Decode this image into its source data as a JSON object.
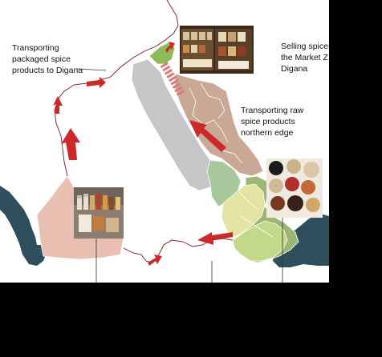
{
  "map": {
    "background_color": "#ffffff",
    "outer_color": "#000000",
    "route_color": "#b0232a",
    "arrow_color": "#cc2a2a",
    "water_color": "#2f4f5c",
    "regions": [
      {
        "name": "west-district",
        "color": "#e8bfb1"
      },
      {
        "name": "central-ridge",
        "color": "#c6c6c8"
      },
      {
        "name": "northern-district",
        "color": "#c9a996"
      },
      {
        "name": "green-north",
        "color": "#8dbb5a"
      },
      {
        "name": "green-mid",
        "color": "#a9c79c"
      },
      {
        "name": "yellow-south",
        "color": "#e3e3a2"
      },
      {
        "name": "lime-south",
        "color": "#c4d88a"
      },
      {
        "name": "dark-green-south",
        "color": "#9db675"
      }
    ]
  },
  "labels": {
    "packaged": [
      "Transporting",
      "packaged spice",
      "products to Digana"
    ],
    "selling": [
      "Selling spices",
      "the Market Z",
      "Digana"
    ],
    "raw": [
      "Transporting raw",
      "spice products",
      "northern edge"
    ]
  },
  "photos": {
    "market": {
      "subject": "spice-market-shelves"
    },
    "packs": {
      "subject": "packaged-spice-jars"
    },
    "spices": {
      "subject": "raw-spice-bowls"
    }
  }
}
